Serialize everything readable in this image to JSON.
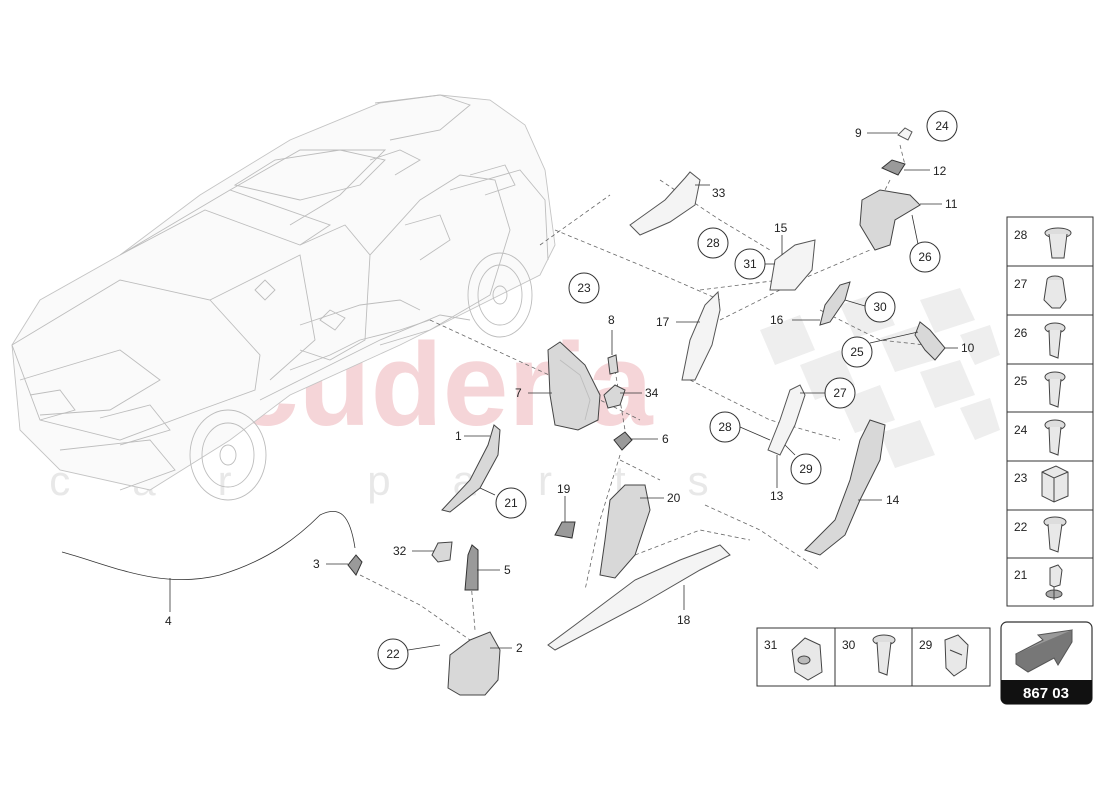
{
  "watermark": {
    "brand": "scuderia",
    "sub": "car  parts",
    "color": "#f0c4c8"
  },
  "callouts": [
    {
      "id": "c1",
      "label": "1"
    },
    {
      "id": "c2",
      "label": "2"
    },
    {
      "id": "c3",
      "label": "3"
    },
    {
      "id": "c4",
      "label": "4"
    },
    {
      "id": "c5",
      "label": "5"
    },
    {
      "id": "c6",
      "label": "6"
    },
    {
      "id": "c7",
      "label": "7"
    },
    {
      "id": "c8",
      "label": "8"
    },
    {
      "id": "c9",
      "label": "9"
    },
    {
      "id": "c10",
      "label": "10"
    },
    {
      "id": "c11",
      "label": "11"
    },
    {
      "id": "c12",
      "label": "12"
    },
    {
      "id": "c13",
      "label": "13"
    },
    {
      "id": "c14",
      "label": "14"
    },
    {
      "id": "c15",
      "label": "15"
    },
    {
      "id": "c16",
      "label": "16"
    },
    {
      "id": "c17",
      "label": "17"
    },
    {
      "id": "c18",
      "label": "18"
    },
    {
      "id": "c19",
      "label": "19"
    },
    {
      "id": "c20",
      "label": "20"
    },
    {
      "id": "c32",
      "label": "32"
    },
    {
      "id": "c33",
      "label": "33"
    },
    {
      "id": "c34",
      "label": "34"
    }
  ],
  "circled": [
    {
      "id": "k24",
      "label": "24"
    },
    {
      "id": "k26",
      "label": "26"
    },
    {
      "id": "k28a",
      "label": "28"
    },
    {
      "id": "k31",
      "label": "31"
    },
    {
      "id": "k30",
      "label": "30"
    },
    {
      "id": "k25",
      "label": "25"
    },
    {
      "id": "k23",
      "label": "23"
    },
    {
      "id": "k27",
      "label": "27"
    },
    {
      "id": "k28b",
      "label": "28"
    },
    {
      "id": "k29",
      "label": "29"
    },
    {
      "id": "k21",
      "label": "21"
    },
    {
      "id": "k22",
      "label": "22"
    }
  ],
  "fastener_table": {
    "rows": [
      "28",
      "27",
      "26",
      "25",
      "24",
      "23",
      "22",
      "21"
    ],
    "bottom": [
      "31",
      "30",
      "29"
    ]
  },
  "diagram_code": "867 03"
}
